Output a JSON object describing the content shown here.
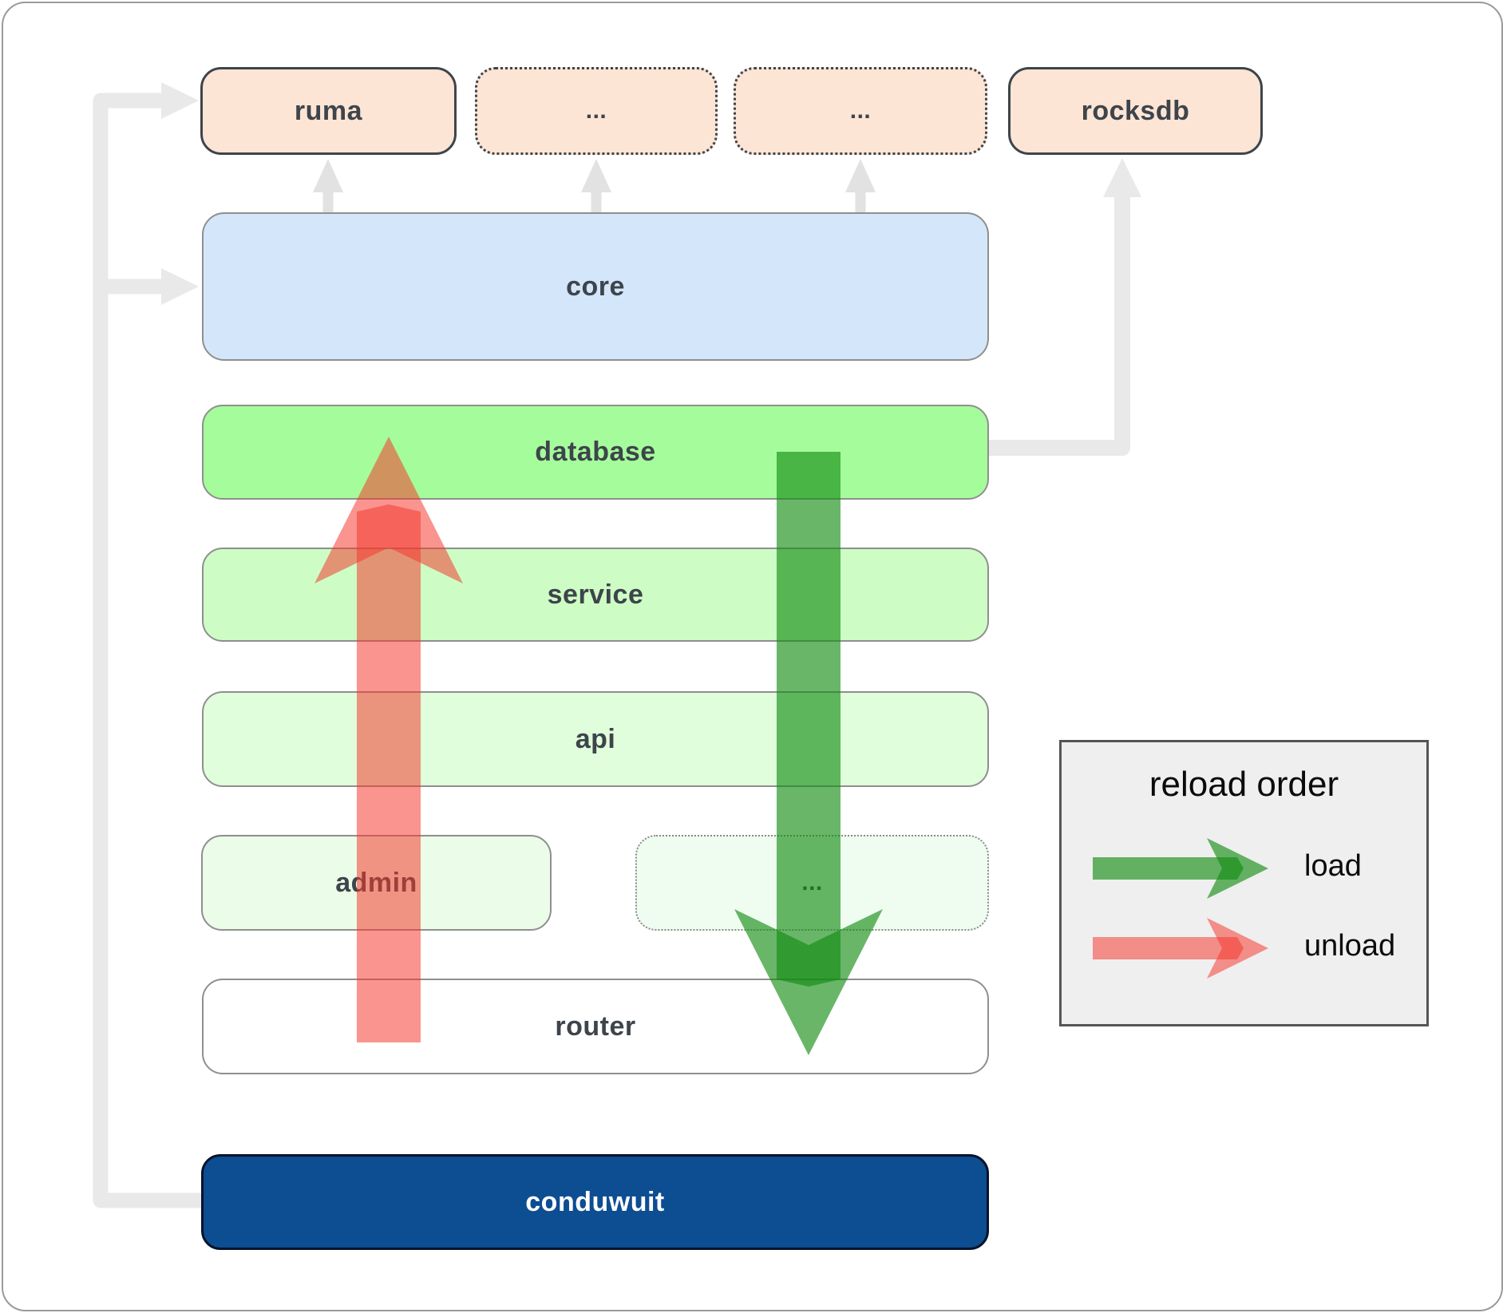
{
  "diagram": {
    "boxes": {
      "ruma": "ruma",
      "dots_a": "...",
      "dots_b": "...",
      "rocksdb": "rocksdb",
      "core": "core",
      "database": "database",
      "service": "service",
      "api": "api",
      "admin": "admin",
      "dots_c": "...",
      "router": "router",
      "conduwuit": "conduwuit"
    },
    "arrows": {
      "load_direction": "down",
      "unload_direction": "up"
    }
  },
  "legend": {
    "title": "reload order",
    "load_label": "load",
    "unload_label": "unload"
  },
  "colors": {
    "peach_box": "#fce5d5",
    "core_blue": "#d4e6fa",
    "database_green": "#a5fc9b",
    "service_green": "#cdfdc5",
    "api_green": "#e0fedb",
    "admin_green": "#ebfce8",
    "router_white": "#ffffff",
    "conduwuit_blue": "#0d4d92",
    "load_arrow_green": "#118b11",
    "unload_arrow_red": "#f3392e",
    "connector_gray": "#e9e9e9",
    "legend_bg": "#efefef",
    "box_text": "#3e444b"
  }
}
